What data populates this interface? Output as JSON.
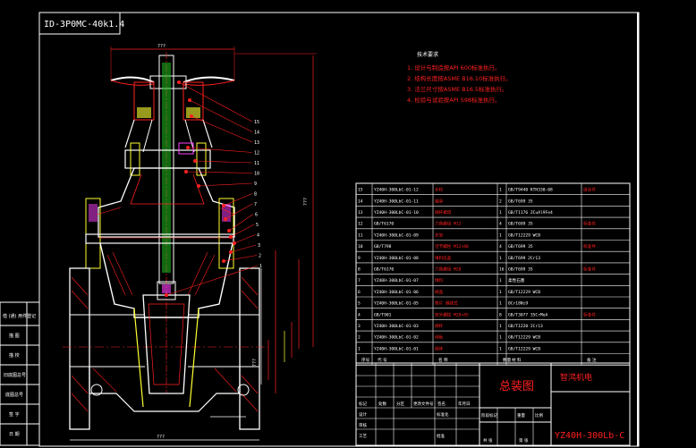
{
  "drawing": {
    "title_code": "ID-3P0MC-40k1.4",
    "sheet_title": "总装图",
    "company": "智鸿机电",
    "drawing_number": "YZ40H-300Lb-C"
  },
  "left_strip": {
    "labels": [
      "借 (通) 用件登记",
      "描 图",
      "描 校",
      "旧底图总号",
      "底图总号",
      "签 字",
      "日 期"
    ]
  },
  "tech_notes": {
    "title": "技术要求",
    "items": [
      "1. 设计与制造按API 600标准执行。",
      "2. 结构长度按ASME B16.10标准执行。",
      "3. 法兰尺寸按ASME B16.5标准执行。",
      "4. 检验与试验按API 598标准执行。"
    ]
  },
  "dimensions": {
    "top_width": "???",
    "height_1": "???",
    "height_2": "???",
    "bottom_length": "???"
  },
  "balloons": [
    "15",
    "14",
    "13",
    "12",
    "11",
    "10",
    "9",
    "8",
    "7",
    "6",
    "5",
    "4",
    "3",
    "2",
    "1"
  ],
  "bom": {
    "rows": [
      {
        "no": "15",
        "code": "YZ40H-300LbC-01-12",
        "name": "手轮",
        "qty": "1",
        "mat": "GB/T9440 KTH330-08",
        "note": "组合件"
      },
      {
        "no": "14",
        "code": "YZ40H-300LbC-01-11",
        "name": "轴承",
        "qty": "2",
        "mat": "GB/T699 35",
        "note": ""
      },
      {
        "no": "13",
        "code": "YZ40H-300LbC-01-10",
        "name": "阀杆螺母",
        "qty": "1",
        "mat": "GB/T1176 ZCuAl9Fe4",
        "note": ""
      },
      {
        "no": "12",
        "code": "GB/T6170",
        "name": "六角螺母 M12",
        "qty": "4",
        "mat": "GB/T699 35",
        "note": "标准件"
      },
      {
        "no": "11",
        "code": "YZ40H-300LbC-01-09",
        "name": "支架",
        "qty": "1",
        "mat": "GB/T12229 WCB",
        "note": ""
      },
      {
        "no": "10",
        "code": "GB/T798",
        "name": "活节螺栓 M12×80",
        "qty": "4",
        "mat": "GB/T699 35",
        "note": "标准件"
      },
      {
        "no": "9",
        "code": "YZ40H-300LbC-01-08",
        "name": "填料压盖",
        "qty": "1",
        "mat": "GB/T699 2Cr13",
        "note": ""
      },
      {
        "no": "8",
        "code": "GB/T6170",
        "name": "六角螺母 M20",
        "qty": "16",
        "mat": "GB/T699 35",
        "note": "标准件"
      },
      {
        "no": "7",
        "code": "YZ40H-300LbC-01-07",
        "name": "填料",
        "qty": "1",
        "mat": "柔性石墨",
        "note": ""
      },
      {
        "no": "6",
        "code": "YZ40H-300LbC-01-06",
        "name": "阀盖",
        "qty": "1",
        "mat": "GB/T12229 WCB",
        "note": ""
      },
      {
        "no": "5",
        "code": "YZ40H-300LbC-01-05",
        "name": "垫片 缠绕式",
        "qty": "1",
        "mat": "0Cr18Ni9",
        "note": ""
      },
      {
        "no": "4",
        "code": "GB/T901",
        "name": "双头螺柱 M20×85",
        "qty": "8",
        "mat": "GB/T3077 35CrMoA",
        "note": "标准件"
      },
      {
        "no": "3",
        "code": "YZ40H-300LbC-01-03",
        "name": "阀杆",
        "qty": "1",
        "mat": "GB/T1220 2Cr13",
        "note": ""
      },
      {
        "no": "2",
        "code": "YZ40H-300LbC-01-02",
        "name": "闸板",
        "qty": "1",
        "mat": "GB/T12229 WCB",
        "note": ""
      },
      {
        "no": "1",
        "code": "YZ40H-300LbC-01-01",
        "name": "阀体",
        "qty": "1",
        "mat": "GB/T12229 WCB",
        "note": ""
      }
    ],
    "header": {
      "no": "序号",
      "code": "代 号",
      "name": "名 称",
      "qty": "数量",
      "mat": "材 料",
      "note": "备 注"
    }
  },
  "title_block": {
    "labels": [
      "标记",
      "处数",
      "分区",
      "更改文件号",
      "签名",
      "年月日",
      "设计",
      "标准化",
      "审核",
      "工艺",
      "批准",
      "阶段标记",
      "重量",
      "比例",
      "共 张",
      "第 张"
    ]
  },
  "colors": {
    "frame": "#ffffff",
    "red": "#ff2020",
    "green": "#20e020",
    "yellow": "#ffff30",
    "magenta": "#ff40ff"
  }
}
